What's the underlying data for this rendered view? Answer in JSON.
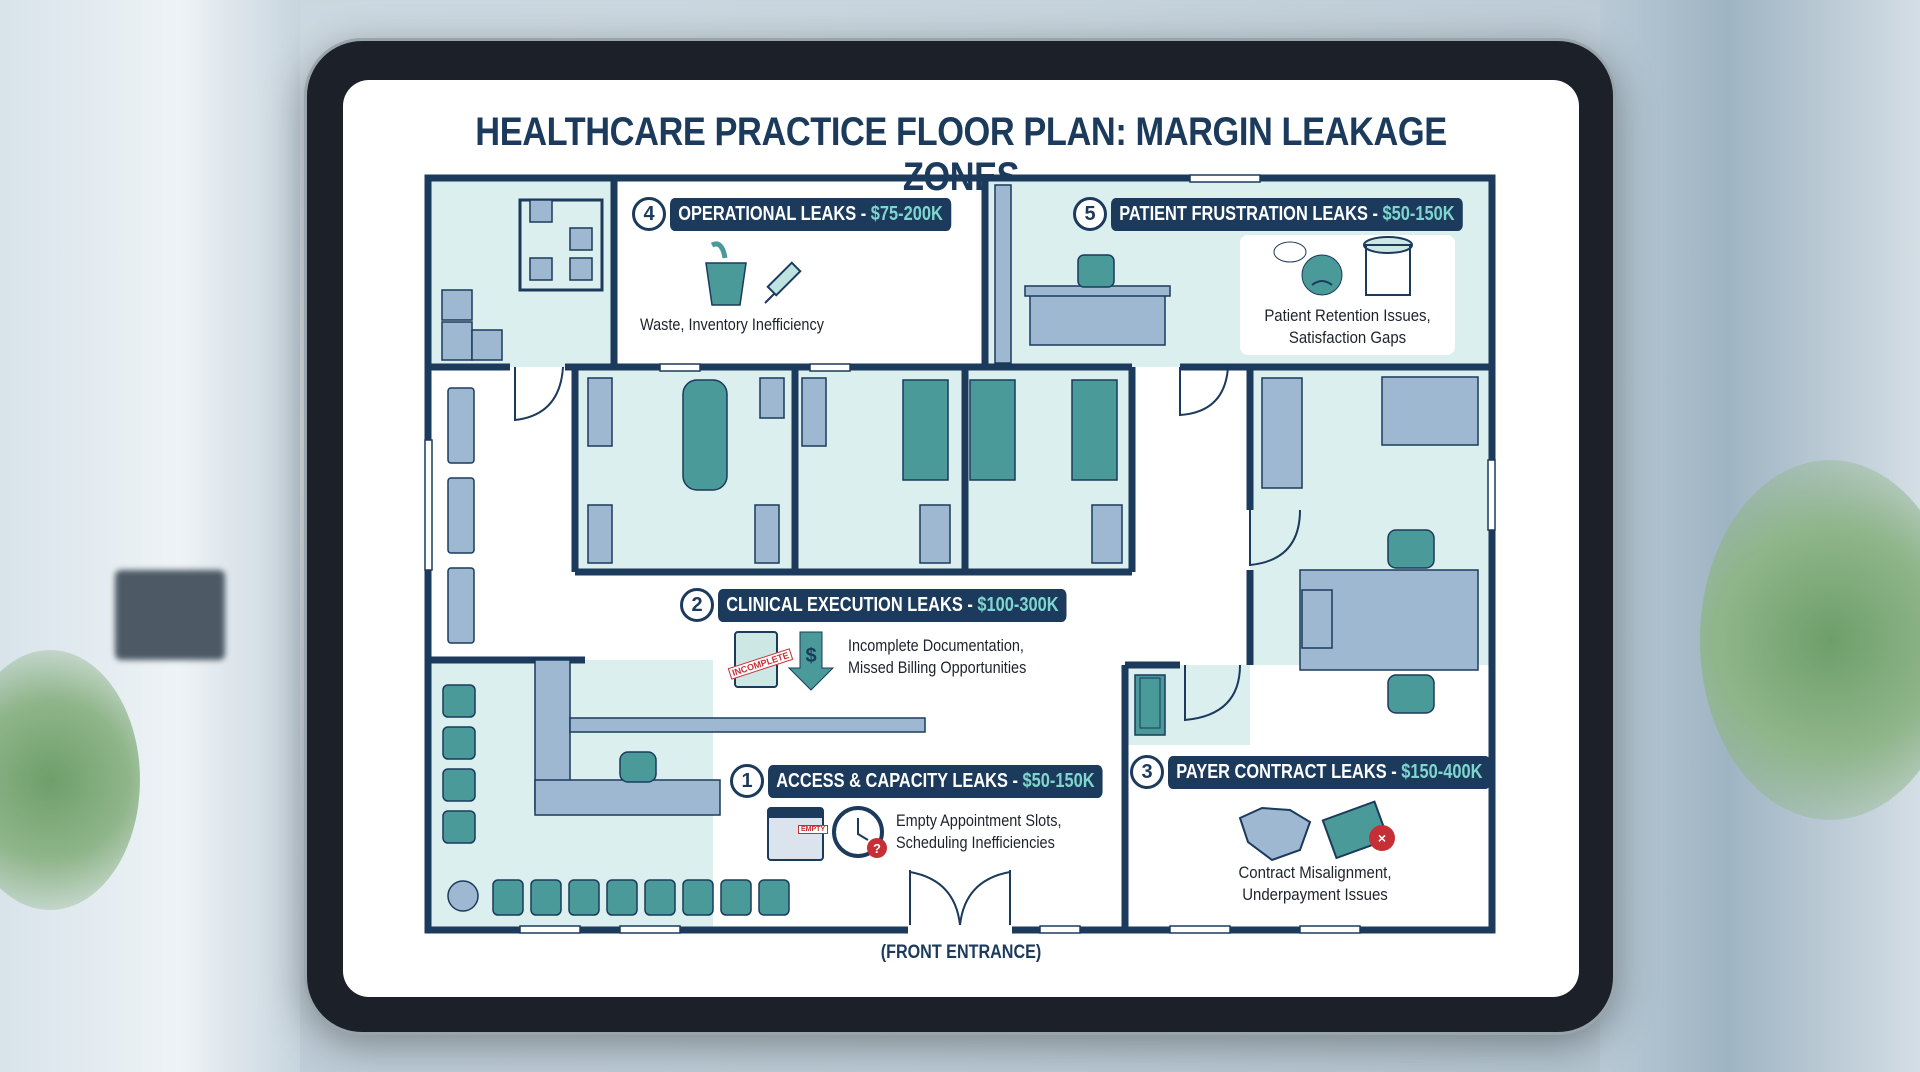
{
  "title": "HEALTHCARE PRACTICE FLOOR PLAN: MARGIN LEAKAGE ZONES",
  "zones": [
    {
      "number": "1",
      "name": "ACCESS & CAPACITY LEAKS",
      "separator": " - ",
      "amount": "$50-150K",
      "description": [
        "Empty Appointment Slots,",
        "Scheduling Inefficiencies"
      ],
      "icon_text": "EMPTY"
    },
    {
      "number": "2",
      "name": "CLINICAL EXECUTION LEAKS",
      "separator": " - ",
      "amount": "$100-300K",
      "description": [
        "Incomplete Documentation,",
        "Missed Billing Opportunities"
      ],
      "icon_text": "INCOMPLETE"
    },
    {
      "number": "3",
      "name": "PAYER CONTRACT LEAKS",
      "separator": " - ",
      "amount": "$150-400K",
      "description": [
        "Contract Misalignment,",
        "Underpayment Issues"
      ]
    },
    {
      "number": "4",
      "name": "OPERATIONAL LEAKS",
      "separator": " - ",
      "amount": "$75-200K",
      "description": [
        "Waste, Inventory Inefficiency"
      ]
    },
    {
      "number": "5",
      "name": "PATIENT FRUSTRATION LEAKS",
      "separator": " - ",
      "amount": "$50-150K",
      "description": [
        "Patient Retention Issues,",
        "Satisfaction Gaps"
      ]
    }
  ],
  "front_entrance": "(FRONT ENTRANCE)",
  "colors": {
    "wall": "#1b3a5c",
    "floor": "#dcefef",
    "furniture": "#9fb8d2",
    "teal": "#4a9a9a",
    "amount": "#7fd6cf",
    "warning": "#c62f35"
  }
}
